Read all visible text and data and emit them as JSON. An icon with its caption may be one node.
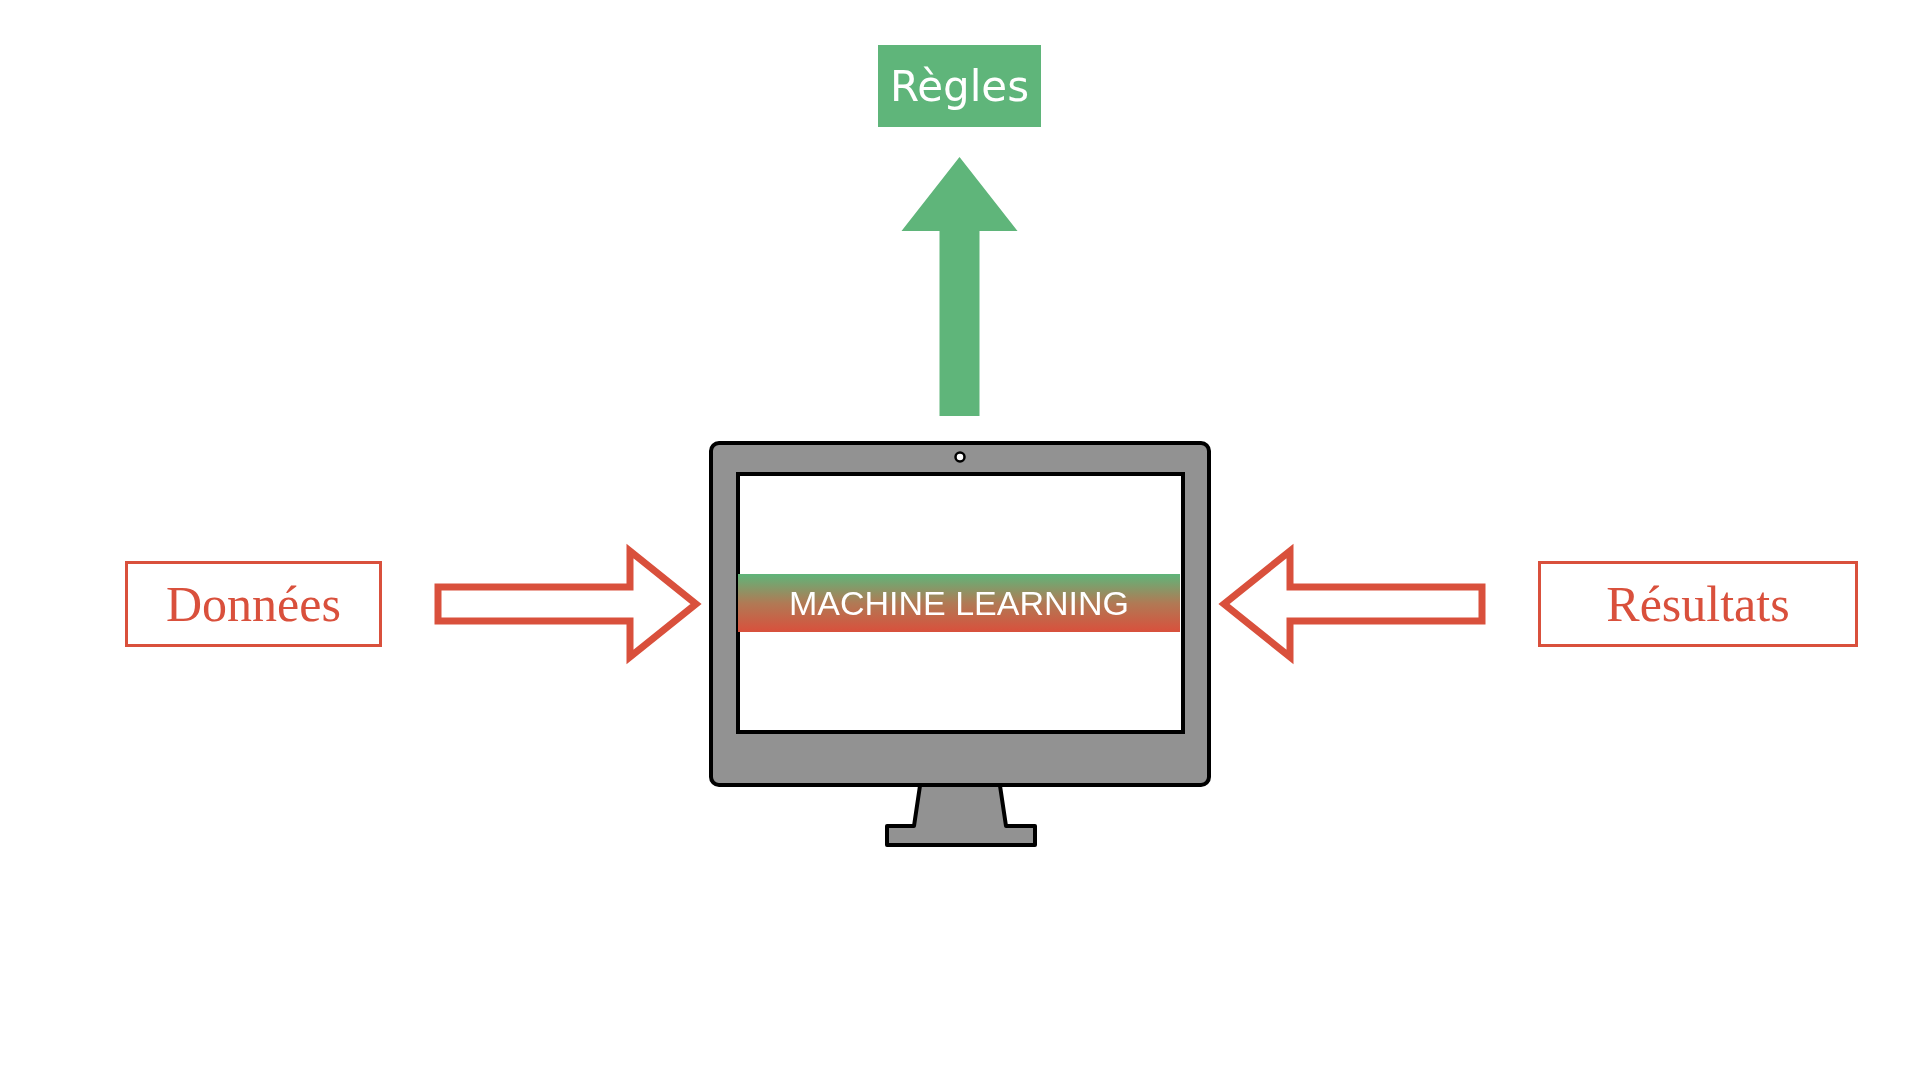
{
  "diagram": {
    "nodes": [
      {
        "text": [
          "Règles"
        ]
      },
      {
        "text": [
          "Données"
        ]
      },
      {
        "text": [
          "Résultats"
        ]
      },
      {
        "text": [
          "MACHINE LEARNING"
        ]
      }
    ],
    "edges": [
      {
        "from": 1,
        "to": 3,
        "arrow": "to"
      },
      {
        "from": 2,
        "to": 3,
        "arrow": "to"
      },
      {
        "from": 3,
        "to": 0,
        "arrow": "to",
        "color": "#5fb57a"
      }
    ]
  }
}
